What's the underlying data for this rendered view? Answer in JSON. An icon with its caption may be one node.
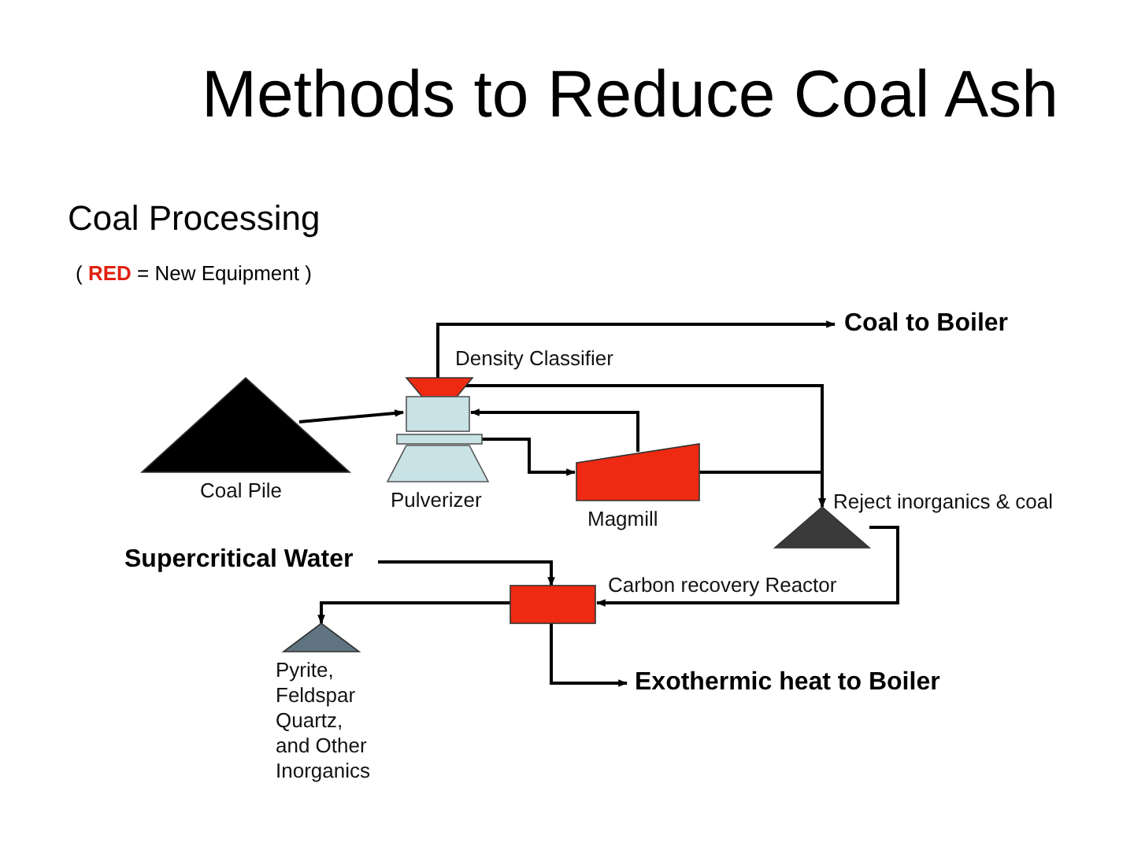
{
  "diagram": {
    "title": "Methods to Reduce Coal Ash",
    "nodes": [
      {
        "text": [
          "Coal to Boiler"
        ]
      },
      {
        "text": [
          "Density Classifier"
        ]
      },
      {
        "text": [
          "Coal Pile"
        ]
      },
      {
        "text": [
          "Pulverizer"
        ]
      },
      {
        "text": [
          "Magmill"
        ]
      },
      {
        "text": [
          "Reject inorganics & coal"
        ]
      },
      {
        "text": [
          "Supercritical Water"
        ]
      },
      {
        "text": [
          "Carbon recovery Reactor"
        ]
      },
      {
        "text": [
          "Pyrite, Feldspar Quartz, and Other Inorganics"
        ]
      },
      {
        "text": [
          "Exothermic heat to Boiler"
        ]
      }
    ],
    "edges": [
      {
        "from": 1,
        "to": 0,
        "arrow": "to"
      },
      {
        "from": 2,
        "to": 3,
        "arrow": "to"
      },
      {
        "from": 3,
        "to": 4,
        "arrow": "to"
      },
      {
        "from": 4,
        "to": 3,
        "arrow": "to"
      },
      {
        "from": 1,
        "to": 5,
        "arrow": "to"
      },
      {
        "from": 4,
        "to": 5,
        "arrow": "to"
      },
      {
        "from": 5,
        "to": 7,
        "arrow": "to"
      },
      {
        "from": 6,
        "to": 7,
        "arrow": "to"
      },
      {
        "from": 7,
        "to": 8,
        "arrow": "to"
      },
      {
        "from": 7,
        "to": 9,
        "arrow": "to"
      }
    ],
    "labels": [
      "Coal Processing",
      "( **RED** = New Equipment )"
    ]
  }
}
